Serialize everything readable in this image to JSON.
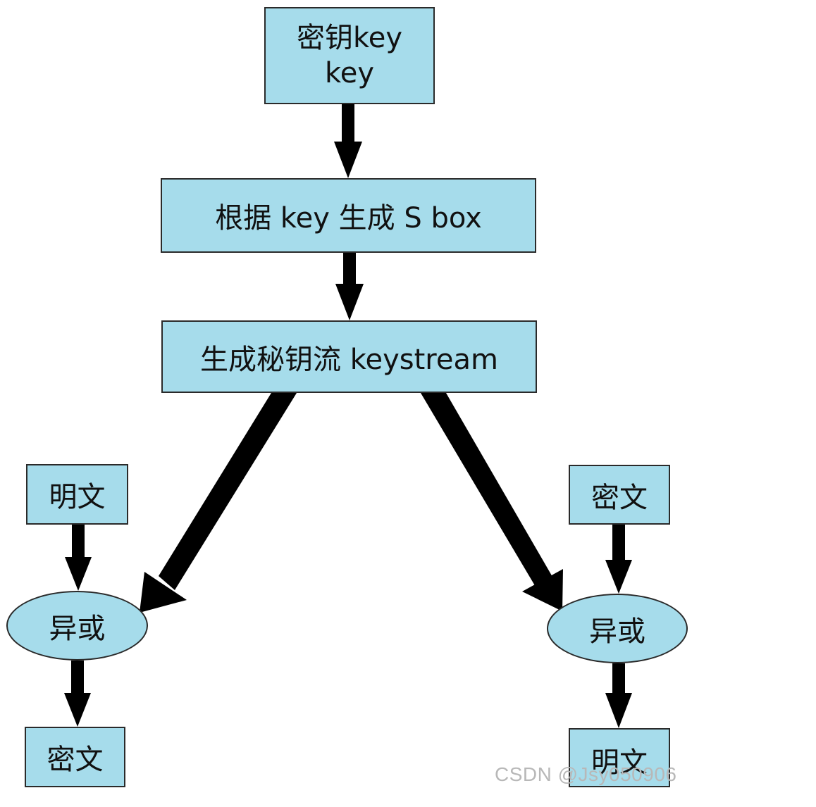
{
  "nodes": {
    "key": {
      "line1": "密钥key",
      "line2": "key"
    },
    "sbox": "根据 key 生成 S box",
    "keystream": "生成秘钥流 keystream",
    "plaintext_in": "明文",
    "ciphertext_in": "密文",
    "xor_left": "异或",
    "xor_right": "异或",
    "ciphertext_out": "密文",
    "plaintext_out": "明文"
  },
  "watermark": "CSDN @Jsy050906",
  "colors": {
    "node_fill": "#a6dceb",
    "node_border": "#2a2a2a",
    "arrow": "#000000"
  }
}
